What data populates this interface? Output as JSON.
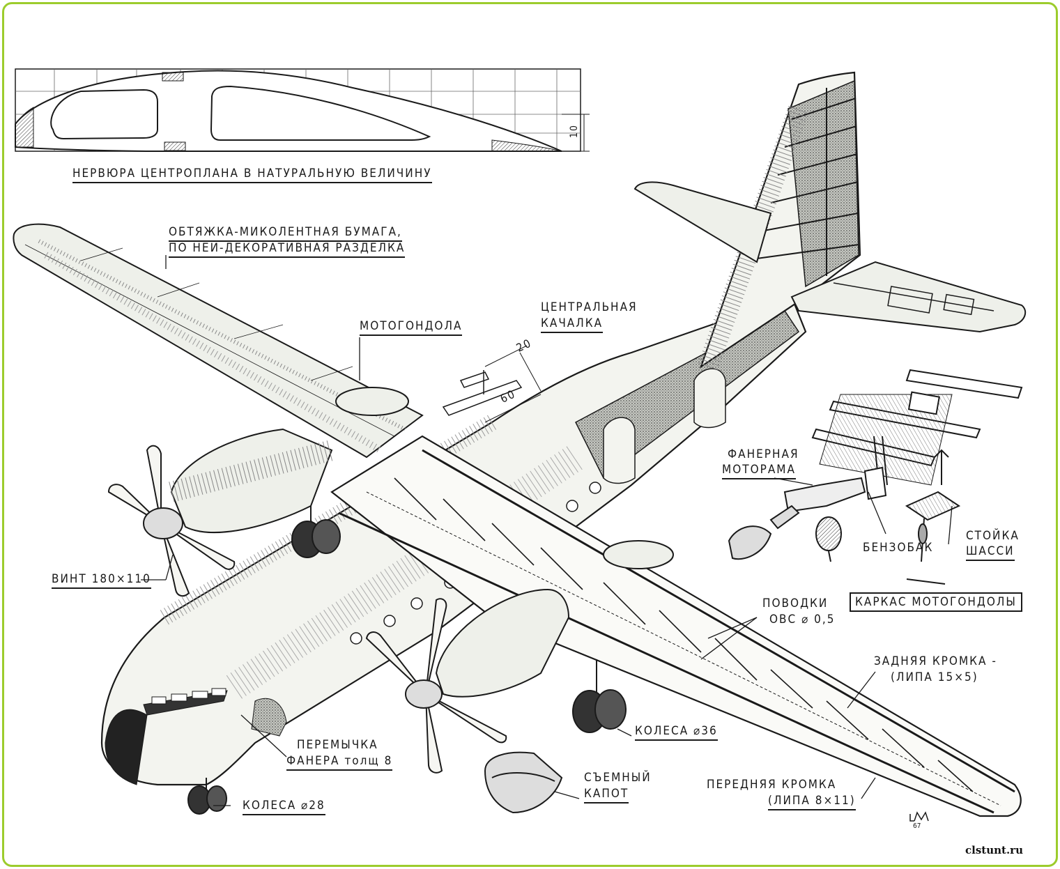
{
  "labels": {
    "rib_caption": "НЕРВЮРА ЦЕНТРОПЛАНА В НАТУРАЛЬНУЮ ВЕЛИЧИНУ",
    "rib_dimension": "10",
    "covering_line1": "ОБТЯЖКА-МИКОЛЕНТНАЯ БУМАГА,",
    "covering_line2": "ПО НЕЙ-ДЕКОРАТИВНАЯ РАЗДЕЛКА",
    "nacelle": "МОТОГОНДОЛА",
    "bellcrank_line1": "ЦЕНТРАЛЬНАЯ",
    "bellcrank_line2": "КАЧАЛКА",
    "bellcrank_dim_a": "20",
    "bellcrank_dim_b": "60",
    "motor_mount_line1": "ФАНЕРНАЯ",
    "motor_mount_line2": "МОТОРАМА",
    "fuel_tank": "БЕНЗОБАК",
    "gear_strut_line1": "СТОЙКА",
    "gear_strut_line2": "ШАССИ",
    "nacelle_frame": "КАРКАС МОТОГОНДОЛЫ",
    "propeller": "ВИНТ 180×110",
    "pushrods_line1": "ПОВОДКИ",
    "pushrods_line2": "ОВС ⌀ 0,5",
    "trailing_edge_line1": "ЗАДНЯЯ КРОМКА -",
    "trailing_edge_line2": "(ЛИПА 15×5)",
    "main_wheels": "КОЛЕСА ⌀36",
    "bulkhead_line1": "ПЕРЕМЫЧКА",
    "bulkhead_line2": "ФАНЕРА толщ 8",
    "removable_cowl_line1": "СЪЕМНЫЙ",
    "removable_cowl_line2": "КАПОТ",
    "leading_edge_line1": "ПЕРЕДНЯЯ КРОМКА",
    "leading_edge_line2": "(ЛИПА 8×11)",
    "nose_wheels": "КОЛЕСА ⌀28",
    "signature_year": "67",
    "website": "clstunt.ru"
  },
  "colors": {
    "frame": "#9ccc2c",
    "ink": "#1a1a1a",
    "shade": "#b9bcb4"
  }
}
